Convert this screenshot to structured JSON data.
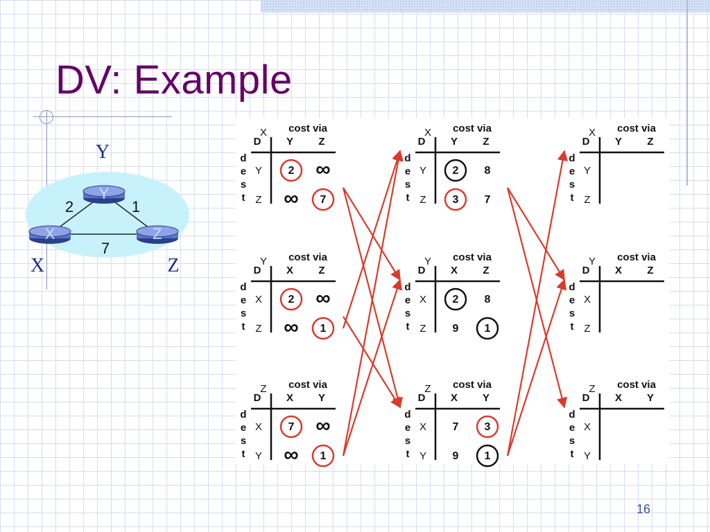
{
  "slide": {
    "title": "DV: Example",
    "page_number": "16"
  },
  "network": {
    "nodes": [
      {
        "id": "X",
        "label": "X",
        "outside_label": "X"
      },
      {
        "id": "Y",
        "label": "Y",
        "outside_label": "Y"
      },
      {
        "id": "Z",
        "label": "Z",
        "outside_label": "Z"
      }
    ],
    "links": [
      {
        "from": "X",
        "to": "Y",
        "cost": "2"
      },
      {
        "from": "Y",
        "to": "Z",
        "cost": "1"
      },
      {
        "from": "X",
        "to": "Z",
        "cost": "7"
      }
    ]
  },
  "table_labels": {
    "header": "cost via",
    "corner": "D",
    "dest_letters": [
      "d",
      "e",
      "s",
      "t"
    ]
  },
  "columns": [
    [
      {
        "node": "X",
        "via": [
          "Y",
          "Z"
        ],
        "rows": [
          {
            "dest": "Y",
            "cells": [
              {
                "v": "2",
                "circle": "red"
              },
              {
                "v": "∞"
              }
            ]
          },
          {
            "dest": "Z",
            "cells": [
              {
                "v": "∞"
              },
              {
                "v": "7",
                "circle": "red"
              }
            ]
          }
        ]
      },
      {
        "node": "Y",
        "via": [
          "X",
          "Z"
        ],
        "rows": [
          {
            "dest": "X",
            "cells": [
              {
                "v": "2",
                "circle": "red"
              },
              {
                "v": "∞"
              }
            ]
          },
          {
            "dest": "Z",
            "cells": [
              {
                "v": "∞"
              },
              {
                "v": "1",
                "circle": "red"
              }
            ]
          }
        ]
      },
      {
        "node": "Z",
        "via": [
          "X",
          "Y"
        ],
        "rows": [
          {
            "dest": "X",
            "cells": [
              {
                "v": "7",
                "circle": "red"
              },
              {
                "v": "∞"
              }
            ]
          },
          {
            "dest": "Y",
            "cells": [
              {
                "v": "∞"
              },
              {
                "v": "1",
                "circle": "red"
              }
            ]
          }
        ]
      }
    ],
    [
      {
        "node": "X",
        "via": [
          "Y",
          "Z"
        ],
        "rows": [
          {
            "dest": "Y",
            "cells": [
              {
                "v": "2",
                "circle": "black"
              },
              {
                "v": "8"
              }
            ]
          },
          {
            "dest": "Z",
            "cells": [
              {
                "v": "3",
                "circle": "red"
              },
              {
                "v": "7"
              }
            ]
          }
        ]
      },
      {
        "node": "Y",
        "via": [
          "X",
          "Z"
        ],
        "rows": [
          {
            "dest": "X",
            "cells": [
              {
                "v": "2",
                "circle": "black"
              },
              {
                "v": "8"
              }
            ]
          },
          {
            "dest": "Z",
            "cells": [
              {
                "v": "9"
              },
              {
                "v": "1",
                "circle": "black"
              }
            ]
          }
        ]
      },
      {
        "node": "Z",
        "via": [
          "X",
          "Y"
        ],
        "rows": [
          {
            "dest": "X",
            "cells": [
              {
                "v": "7"
              },
              {
                "v": "3",
                "circle": "red"
              }
            ]
          },
          {
            "dest": "Y",
            "cells": [
              {
                "v": "9"
              },
              {
                "v": "1",
                "circle": "black"
              }
            ]
          }
        ]
      }
    ],
    [
      {
        "node": "X",
        "via": [
          "Y",
          "Z"
        ],
        "rows": [
          {
            "dest": "Y",
            "cells": [
              {
                "v": ""
              },
              {
                "v": ""
              }
            ]
          },
          {
            "dest": "Z",
            "cells": [
              {
                "v": ""
              },
              {
                "v": ""
              }
            ]
          }
        ]
      },
      {
        "node": "Y",
        "via": [
          "X",
          "Z"
        ],
        "rows": [
          {
            "dest": "X",
            "cells": [
              {
                "v": ""
              },
              {
                "v": ""
              }
            ]
          },
          {
            "dest": "Z",
            "cells": [
              {
                "v": ""
              },
              {
                "v": ""
              }
            ]
          }
        ]
      },
      {
        "node": "Z",
        "via": [
          "X",
          "Y"
        ],
        "rows": [
          {
            "dest": "X",
            "cells": [
              {
                "v": ""
              },
              {
                "v": ""
              }
            ]
          },
          {
            "dest": "Y",
            "cells": [
              {
                "v": ""
              },
              {
                "v": ""
              }
            ]
          }
        ]
      }
    ]
  ],
  "arrows": [
    {
      "from": {
        "col": 0,
        "table": 0
      },
      "to": {
        "col": 1,
        "table": 1
      }
    },
    {
      "from": {
        "col": 0,
        "table": 0
      },
      "to": {
        "col": 1,
        "table": 2
      }
    },
    {
      "from": {
        "col": 0,
        "table": 1
      },
      "to": {
        "col": 1,
        "table": 0
      }
    },
    {
      "from": {
        "col": 0,
        "table": 1
      },
      "to": {
        "col": 1,
        "table": 2
      }
    },
    {
      "from": {
        "col": 0,
        "table": 2
      },
      "to": {
        "col": 1,
        "table": 0
      }
    },
    {
      "from": {
        "col": 0,
        "table": 2
      },
      "to": {
        "col": 1,
        "table": 1
      }
    },
    {
      "from": {
        "col": 1,
        "table": 0
      },
      "to": {
        "col": 2,
        "table": 1
      }
    },
    {
      "from": {
        "col": 1,
        "table": 0
      },
      "to": {
        "col": 2,
        "table": 2
      }
    },
    {
      "from": {
        "col": 1,
        "table": 2
      },
      "to": {
        "col": 2,
        "table": 0
      }
    },
    {
      "from": {
        "col": 1,
        "table": 2
      },
      "to": {
        "col": 2,
        "table": 1
      }
    }
  ],
  "colors": {
    "title": "#660066",
    "arrow": "#d93a2b",
    "circle_red": "#d93a2b",
    "circle_black": "#111111",
    "node_fill": "#5b73c8",
    "node_label": "#bfe7ff",
    "cloud": "#c8f2fb",
    "node_outside_label": "#1b2c8f",
    "page_number": "#3a4fa0"
  }
}
